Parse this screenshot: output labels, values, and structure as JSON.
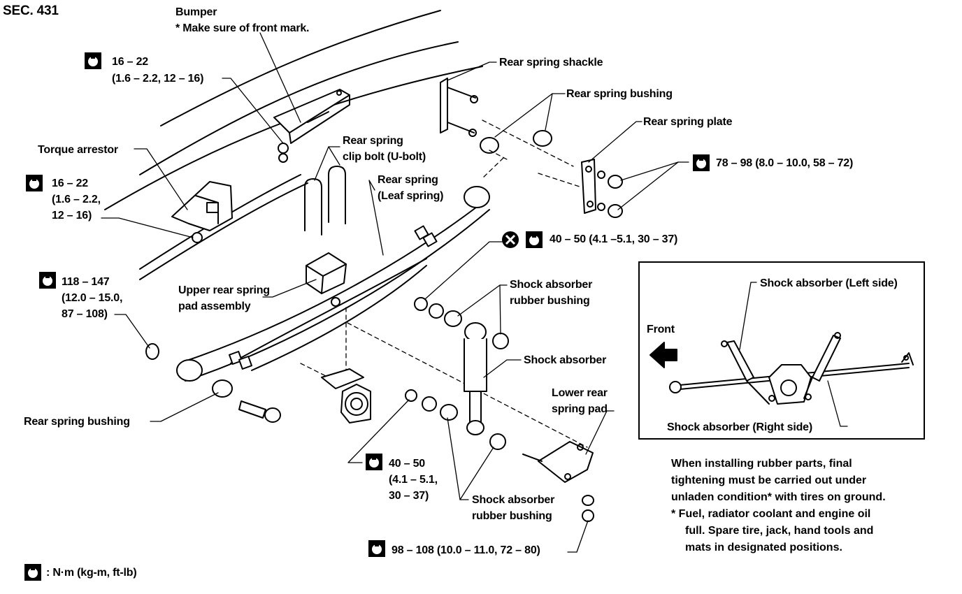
{
  "section": "SEC. 431",
  "labels": {
    "bumper": "Bumper",
    "bumper_note": "*  Make sure of front mark.",
    "torque_arrestor": "Torque arrestor",
    "rear_spring_shackle": "Rear spring shackle",
    "rear_spring_bushing_top": "Rear spring bushing",
    "rear_spring_plate": "Rear spring plate",
    "clip_bolt_1": "Rear spring",
    "clip_bolt_2": "clip bolt (U-bolt)",
    "leaf_spring_1": "Rear spring",
    "leaf_spring_2": "(Leaf spring)",
    "upper_pad_1": "Upper rear spring",
    "upper_pad_2": "pad assembly",
    "shock_bushing_upper_1": "Shock absorber",
    "shock_bushing_upper_2": "rubber bushing",
    "shock_absorber": "Shock absorber",
    "lower_pad_1": "Lower rear",
    "lower_pad_2": "spring pad",
    "rear_spring_bushing_bottom": "Rear spring bushing",
    "shock_bushing_lower_1": "Shock absorber",
    "shock_bushing_lower_2": "rubber bushing"
  },
  "torques": {
    "t1_line1": "16 – 22",
    "t1_line2": "(1.6 – 2.2, 12 – 16)",
    "t2_line1": "16 – 22",
    "t2_line2": "(1.6 – 2.2,",
    "t2_line3": "12 – 16)",
    "t3_line1": "118 – 147",
    "t3_line2": "(12.0 – 15.0,",
    "t3_line3": "87 – 108)",
    "t4": "78 – 98 (8.0 – 10.0, 58 – 72)",
    "t5": "40 – 50 (4.1 –5.1, 30 – 37)",
    "t6_line1": "40 – 50",
    "t6_line2": "(4.1 – 5.1,",
    "t6_line3": "30 – 37)",
    "t7": "98 – 108 (10.0 – 11.0, 72 – 80)"
  },
  "inset": {
    "shock_left": "Shock absorber (Left side)",
    "front": "Front",
    "shock_right": "Shock absorber (Right side)"
  },
  "notes": {
    "line1": "When installing rubber parts, final",
    "line2": "tightening must be carried out under",
    "line3": "unladen condition* with tires on ground.",
    "line4": "*  Fuel, radiator coolant and engine oil",
    "line5": "full.  Spare tire, jack, hand tools and",
    "line6": "mats in designated positions."
  },
  "legend": ": N·m (kg-m, ft-lb)",
  "icons": {
    "torque": "torque-wrench-icon",
    "replace": "replace-part-x-icon"
  }
}
